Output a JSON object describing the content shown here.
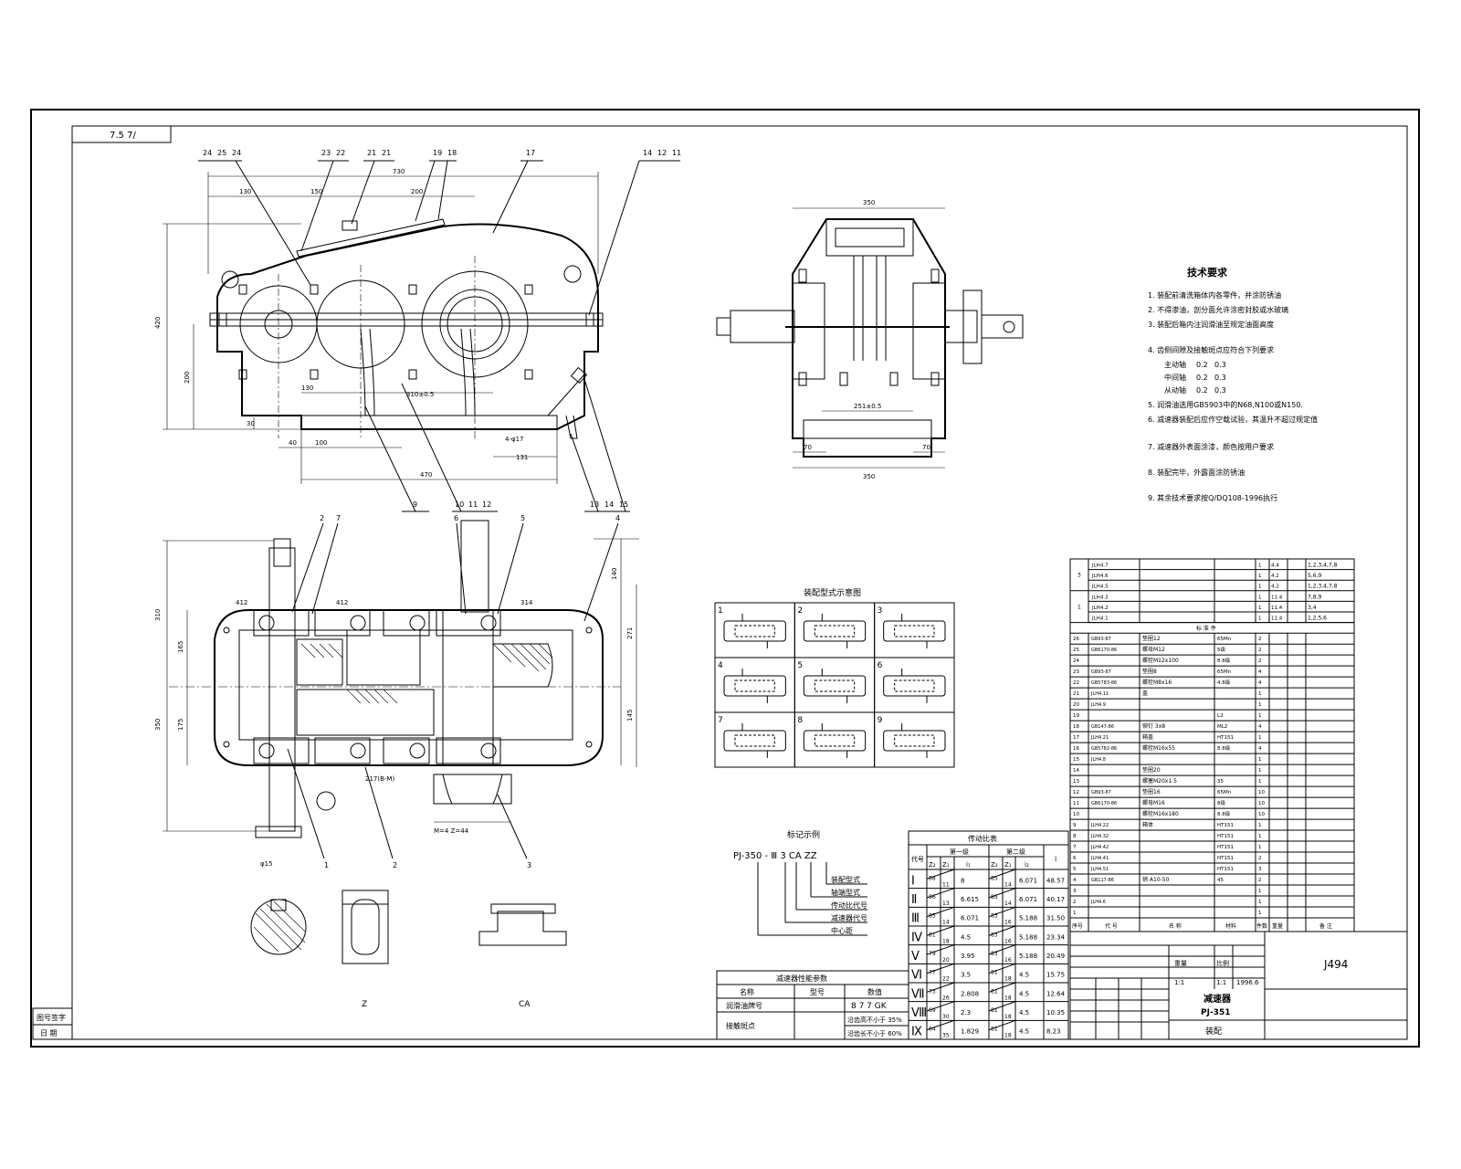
{
  "corner_mark": "7.5 7/",
  "top_callouts": [
    "24",
    "25",
    "24",
    "23",
    "22",
    "21",
    "21",
    "19",
    "18",
    "17",
    "14",
    "12",
    "11"
  ],
  "mid_callouts": [
    "9",
    "10",
    "11",
    "12",
    "13",
    "14",
    "15"
  ],
  "plan_callouts": [
    "2",
    "7",
    "6",
    "5",
    "4",
    "1",
    "2",
    "3"
  ],
  "plan_sizes": [
    "412",
    "412",
    "314"
  ],
  "section_labels": {
    "z": "Z",
    "ca": "CA"
  },
  "tech_title": "技术要求",
  "tech_requirements": [
    "1. 装配前清洗箱体内各零件，并涂防锈油",
    "2. 不得渗油，剖分面允许涂密封胶或水玻璃",
    "3. 装配后箱内注润滑油至规定油面高度",
    "4. 齿侧间隙及接触斑点应符合下列要求",
    "5. 润滑油选用GB5903中的N68,N100或N150.",
    "6. 减速器装配后应作空载试验，其温升不超过规定值",
    "7. 减速器外表面涂漆，颜色按用户要求",
    "8. 装配完毕，外露面涂防锈油",
    "9. 其余技术要求按Q/DQ108-1996执行"
  ],
  "clearance_rows": [
    {
      "label": "主动轴",
      "a": "0.2",
      "b": "0.3"
    },
    {
      "label": "中间轴",
      "a": "0.2",
      "b": "0.3"
    },
    {
      "label": "从动轴",
      "a": "0.2",
      "b": "0.3"
    }
  ],
  "assembly_title": "装配型式示意图",
  "assembly_cells": [
    "1",
    "2",
    "3",
    "4",
    "5",
    "6",
    "7",
    "8",
    "9"
  ],
  "model_title": "标记示例",
  "model_code": "PJ-350 - Ⅲ 3 CA ZZ",
  "model_legend": [
    "装配型式",
    "轴端型式",
    "传动比代号",
    "减速器代号",
    "中心距"
  ],
  "ratio_title": "传动比表",
  "ratio_headers": {
    "code": "代号",
    "stage1": "第一级",
    "stage2": "第二级",
    "i": "i",
    "z2": "Z₂",
    "z1": "Z₁",
    "i1": "i₁",
    "i2": "i₂"
  },
  "ratio_rows": [
    {
      "r": "Ⅰ",
      "z2a": "88",
      "z1a": "11",
      "i1": "8",
      "z2b": "85",
      "z1b": "14",
      "i2": "6.071",
      "i": "48.57"
    },
    {
      "r": "Ⅱ",
      "z2a": "86",
      "z1a": "13",
      "i1": "6.615",
      "z2b": "85",
      "z1b": "14",
      "i2": "6.071",
      "i": "40.17"
    },
    {
      "r": "Ⅲ",
      "z2a": "85",
      "z1a": "14",
      "i1": "6.071",
      "z2b": "83",
      "z1b": "16",
      "i2": "5.188",
      "i": "31.50"
    },
    {
      "r": "Ⅳ",
      "z2a": "81",
      "z1a": "18",
      "i1": "4.5",
      "z2b": "83",
      "z1b": "16",
      "i2": "5.188",
      "i": "23.34"
    },
    {
      "r": "Ⅴ",
      "z2a": "79",
      "z1a": "20",
      "i1": "3.95",
      "z2b": "83",
      "z1b": "16",
      "i2": "5.188",
      "i": "20.49"
    },
    {
      "r": "Ⅵ",
      "z2a": "77",
      "z1a": "22",
      "i1": "3.5",
      "z2b": "81",
      "z1b": "18",
      "i2": "4.5",
      "i": "15.75"
    },
    {
      "r": "Ⅶ",
      "z2a": "73",
      "z1a": "26",
      "i1": "2.808",
      "z2b": "81",
      "z1b": "18",
      "i2": "4.5",
      "i": "12.64"
    },
    {
      "r": "Ⅷ",
      "z2a": "69",
      "z1a": "30",
      "i1": "2.3",
      "z2b": "81",
      "z1b": "18",
      "i2": "4.5",
      "i": "10.35"
    },
    {
      "r": "Ⅸ",
      "z2a": "64",
      "z1a": "35",
      "i1": "1.829",
      "z2b": "81",
      "z1b": "18",
      "i2": "4.5",
      "i": "8.23"
    }
  ],
  "perf_title": "减速器性能参数",
  "perf_headers": [
    "名称",
    "型号",
    "数值"
  ],
  "perf_rows": [
    {
      "name": "润滑油牌号",
      "value": "8 7 7 GK"
    },
    {
      "name": "接触斑点",
      "value": "沿齿高不小于 35%"
    },
    {
      "name": "",
      "value": "沿齿长不小于 60%"
    }
  ],
  "parts_section_title": "标 准 件",
  "parts_top": [
    {
      "code": "JLH4.7",
      "name": "",
      "qty": "1",
      "w": "4.4",
      "note": "1,2,3,4,7,8"
    },
    {
      "code": "JLH4.6",
      "name": "",
      "qty": "1",
      "w": "4.2",
      "note": "5,6,9"
    },
    {
      "code": "JLH4.5",
      "name": "",
      "qty": "1",
      "w": "4.2",
      "note": "1,2,3,4,7,8"
    },
    {
      "code": "JLH4.3",
      "name": "",
      "qty": "1",
      "w": "11.4",
      "note": "7,8,9"
    },
    {
      "code": "JLH4.2",
      "name": "",
      "qty": "1",
      "w": "11.4",
      "note": "3,4"
    },
    {
      "code": "JLH4.1",
      "name": "",
      "qty": "1",
      "w": "11.4",
      "note": "1,2,5,6"
    }
  ],
  "parts_rows": [
    {
      "no": "26",
      "code": "GB93-87",
      "name": "垫圈12",
      "mat": "65Mn",
      "qty": "2"
    },
    {
      "no": "25",
      "code": "GB6170-86",
      "name": "螺母M12",
      "mat": "5级",
      "qty": "2"
    },
    {
      "no": "24",
      "code": "",
      "name": "螺栓M12x100",
      "mat": "8.8级",
      "qty": "2"
    },
    {
      "no": "23",
      "code": "GB93-87",
      "name": "垫圈8",
      "mat": "65Mn",
      "qty": "4"
    },
    {
      "no": "22",
      "code": "GB5783-86",
      "name": "螺栓M8x16",
      "mat": "4.8级",
      "qty": "4"
    },
    {
      "no": "21",
      "code": "JLH4.11",
      "name": "盖",
      "mat": "",
      "qty": "1"
    },
    {
      "no": "20",
      "code": "JLH4.9",
      "name": "",
      "mat": "",
      "qty": "1"
    },
    {
      "no": "19",
      "code": "",
      "name": "",
      "mat": "L2",
      "qty": "1"
    },
    {
      "no": "18",
      "code": "GB147-86",
      "name": "铆钉 3x8",
      "mat": "ML2",
      "qty": "4"
    },
    {
      "no": "17",
      "code": "JLH4.21",
      "name": "箱盖",
      "mat": "HT151",
      "qty": "1"
    },
    {
      "no": "16",
      "code": "GB5782-86",
      "name": "螺栓M16x55",
      "mat": "8.8级",
      "qty": "4"
    },
    {
      "no": "15",
      "code": "JLH4.8",
      "name": "",
      "mat": "",
      "qty": "1"
    },
    {
      "no": "14",
      "code": "",
      "name": "垫圈20",
      "mat": "",
      "qty": "1"
    },
    {
      "no": "13",
      "code": "",
      "name": "螺塞M20x1.5",
      "mat": "35",
      "qty": "1"
    },
    {
      "no": "12",
      "code": "GB93-87",
      "name": "垫圈16",
      "mat": "65Mn",
      "qty": "10"
    },
    {
      "no": "11",
      "code": "GB6170-86",
      "name": "螺母M16",
      "mat": "8级",
      "qty": "10"
    },
    {
      "no": "10",
      "code": "",
      "name": "螺栓M16x180",
      "mat": "8.8级",
      "qty": "10"
    },
    {
      "no": "9",
      "code": "JLH4.22",
      "name": "箱体",
      "mat": "HT151",
      "qty": "1"
    },
    {
      "no": "8",
      "code": "JLH4.32",
      "name": "",
      "mat": "HT151",
      "qty": "1"
    },
    {
      "no": "7",
      "code": "JLH4.42",
      "name": "",
      "mat": "HT151",
      "qty": "1"
    },
    {
      "no": "6",
      "code": "JLH4.41",
      "name": "",
      "mat": "HT151",
      "qty": "2"
    },
    {
      "no": "5",
      "code": "JLH4.51",
      "name": "",
      "mat": "HT151",
      "qty": "3"
    },
    {
      "no": "4",
      "code": "GB117-86",
      "name": "销 A10-50",
      "mat": "45",
      "qty": "2"
    },
    {
      "no": "3",
      "code": "",
      "name": "",
      "mat": "",
      "qty": "1"
    },
    {
      "no": "2",
      "code": "JLH4.6",
      "name": "",
      "mat": "",
      "qty": "1"
    },
    {
      "no": "1",
      "code": "",
      "name": "",
      "mat": "",
      "qty": "1"
    }
  ],
  "parts_header": {
    "no": "序号",
    "code": "代 号",
    "name": "名 称",
    "mat": "材料",
    "qty": "件数",
    "w": "重量",
    "note": "备 注"
  },
  "title_block": {
    "drawing_no": "J494",
    "product_name": "减速器",
    "product_code": "PJ-351",
    "sheet_label": "装配",
    "date": "1996.6",
    "scale": "1:1",
    "sheets": "1:1",
    "weight_label": "重量",
    "scale_label": "比例"
  },
  "left_strip": [
    "图号签字",
    "日 期"
  ]
}
